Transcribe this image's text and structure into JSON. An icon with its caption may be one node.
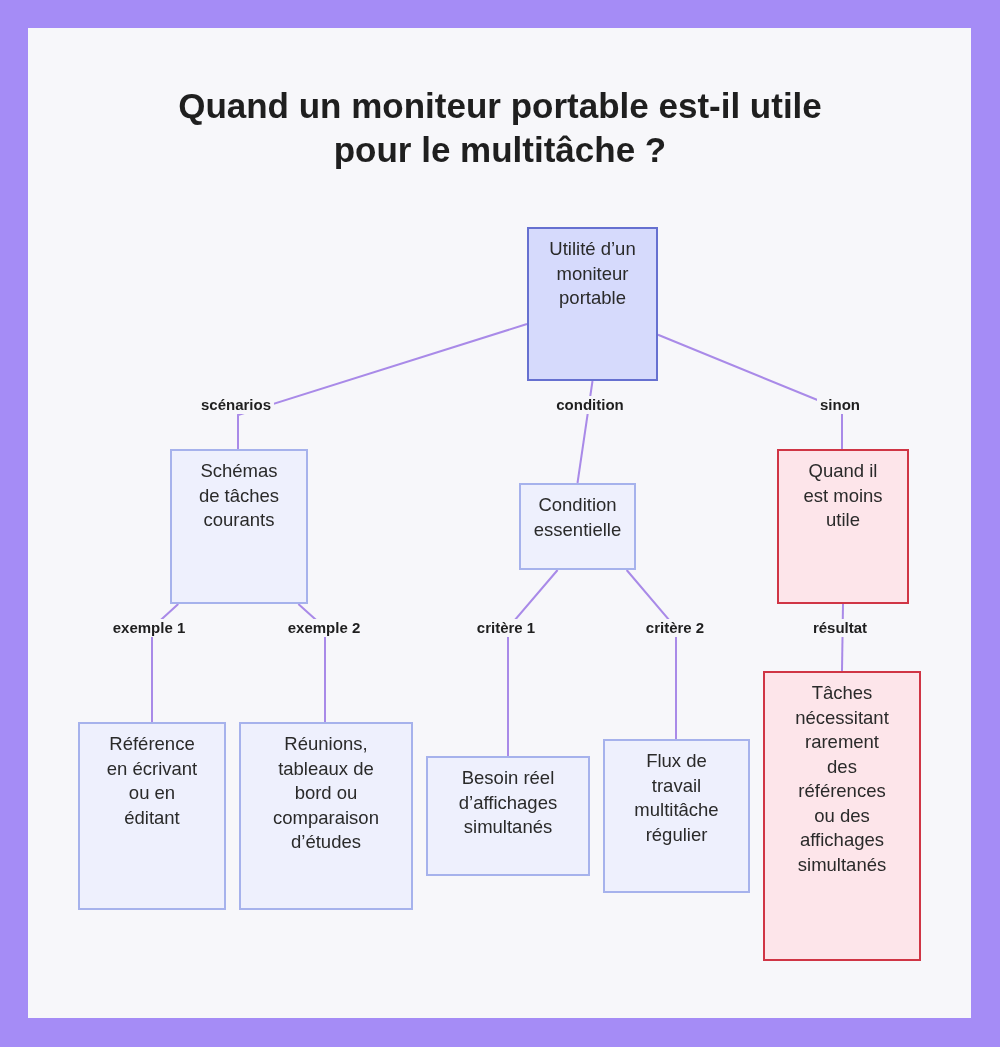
{
  "diagram": {
    "title": "Quand un moniteur portable est-il utile pour le multitâche ?",
    "nodes": [
      {
        "text": [
          "Utilité d’un moniteur portable"
        ]
      },
      {
        "text": [
          "Schémas de tâches courants"
        ]
      },
      {
        "text": [
          "Condition essentielle"
        ]
      },
      {
        "text": [
          "Quand il est moins utile"
        ]
      },
      {
        "text": [
          "Référence en écrivant ou en éditant"
        ]
      },
      {
        "text": [
          "Réunions, tableaux de bord ou comparaison d’études"
        ]
      },
      {
        "text": [
          "Besoin réel d’affichages simultanés"
        ]
      },
      {
        "text": [
          "Flux de travail multitâche régulier"
        ]
      },
      {
        "text": [
          "Tâches nécessitant rarement des références ou des affichages simultanés"
        ]
      }
    ],
    "edges": [
      {
        "from": 0,
        "to": 1,
        "arrow": "none",
        "label": "scénarios"
      },
      {
        "from": 0,
        "to": 2,
        "arrow": "none",
        "label": "condition"
      },
      {
        "from": 0,
        "to": 3,
        "arrow": "none",
        "label": "sinon"
      },
      {
        "from": 1,
        "to": 4,
        "arrow": "none",
        "label": "exemple 1"
      },
      {
        "from": 1,
        "to": 5,
        "arrow": "none",
        "label": "exemple 2"
      },
      {
        "from": 2,
        "to": 6,
        "arrow": "none",
        "label": "critère 1"
      },
      {
        "from": 2,
        "to": 7,
        "arrow": "none",
        "label": "critère 2"
      },
      {
        "from": 3,
        "to": 8,
        "arrow": "none",
        "label": "résultat"
      }
    ]
  }
}
